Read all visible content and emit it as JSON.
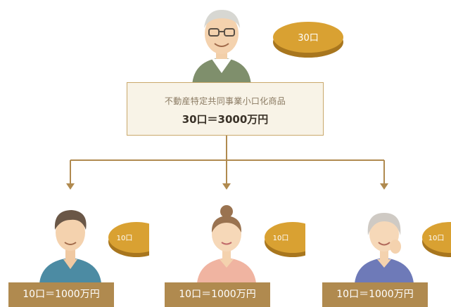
{
  "product": {
    "title": "不動産特定共同事業小口化商品",
    "total": "30口＝3000万円",
    "units_badge": "30口"
  },
  "investors": [
    {
      "units_badge": "10口",
      "label": "10口＝1000万円"
    },
    {
      "units_badge": "10口",
      "label": "10口＝1000万円"
    },
    {
      "units_badge": "10口",
      "label": "10口＝1000万円"
    }
  ],
  "colors": {
    "coin": "#d9a132",
    "coin_edge": "#a8761e",
    "arrow": "#b08a4f",
    "label_bg": "#b08a4f",
    "box_bg": "#f8f3e7"
  }
}
